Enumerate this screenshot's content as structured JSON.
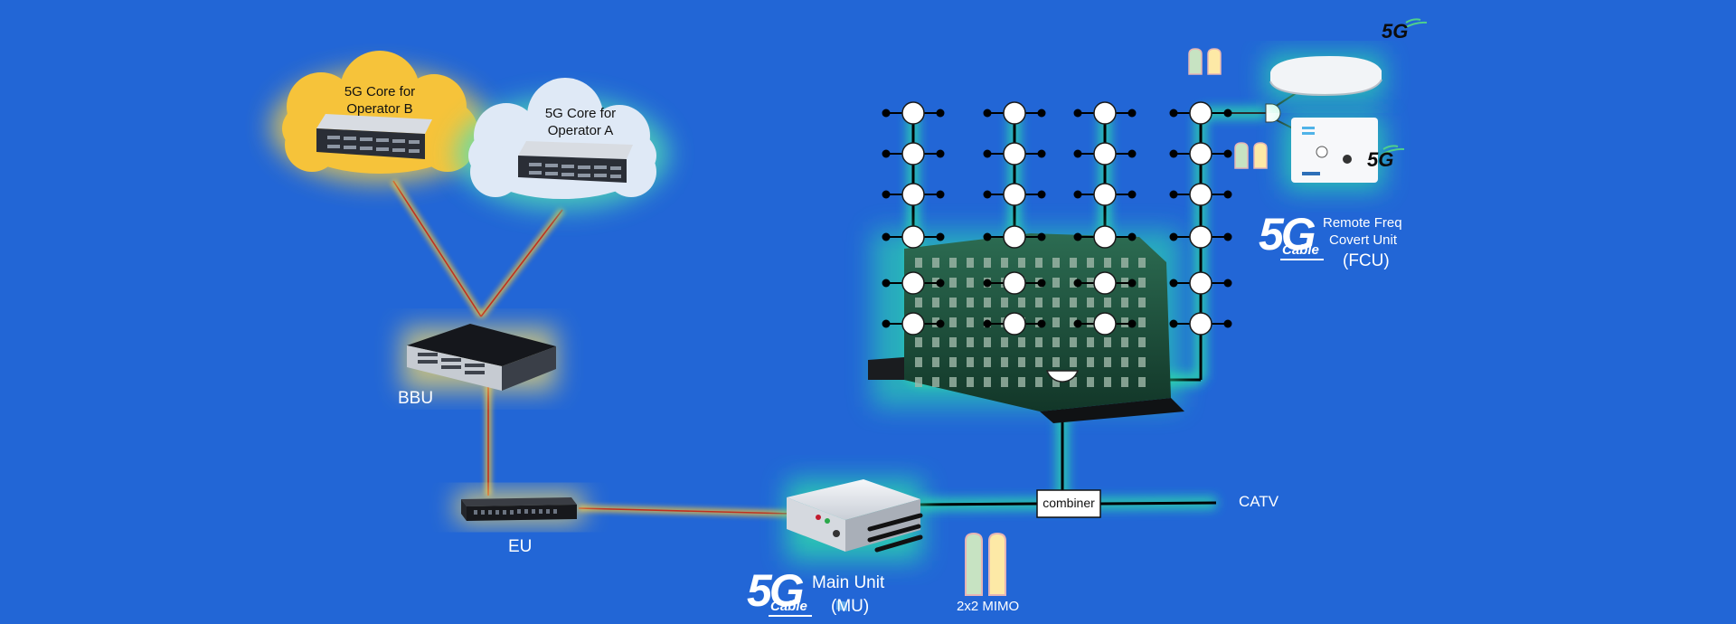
{
  "labels": {
    "core_b": "5G Core for\nOperator B",
    "core_a": "5G Core for\nOperator A",
    "bbu": "BBU",
    "eu": "EU",
    "main_unit_line1": "Main Unit",
    "main_unit_line2": "(MU)",
    "mimo": "2x2 MIMO",
    "combiner": "combiner",
    "catv": "CATV",
    "fcu_line1": "Remote Freq",
    "fcu_line2": "Covert Unit",
    "fcu_line3": "(FCU)"
  },
  "logos": {
    "five_g": "5G",
    "cable_big": "5G",
    "cable_small": "Cable"
  },
  "colors": {
    "background": "#2266d6",
    "link_glow": "#ffcc33",
    "link_core": "#c03020",
    "cable_glow": "#2ee8a8",
    "cloud_b": "#f6c33a",
    "cloud_a": "#dfe9f6",
    "antenna_green": "#c7e3c2",
    "antenna_yellow": "#fde9a6"
  }
}
